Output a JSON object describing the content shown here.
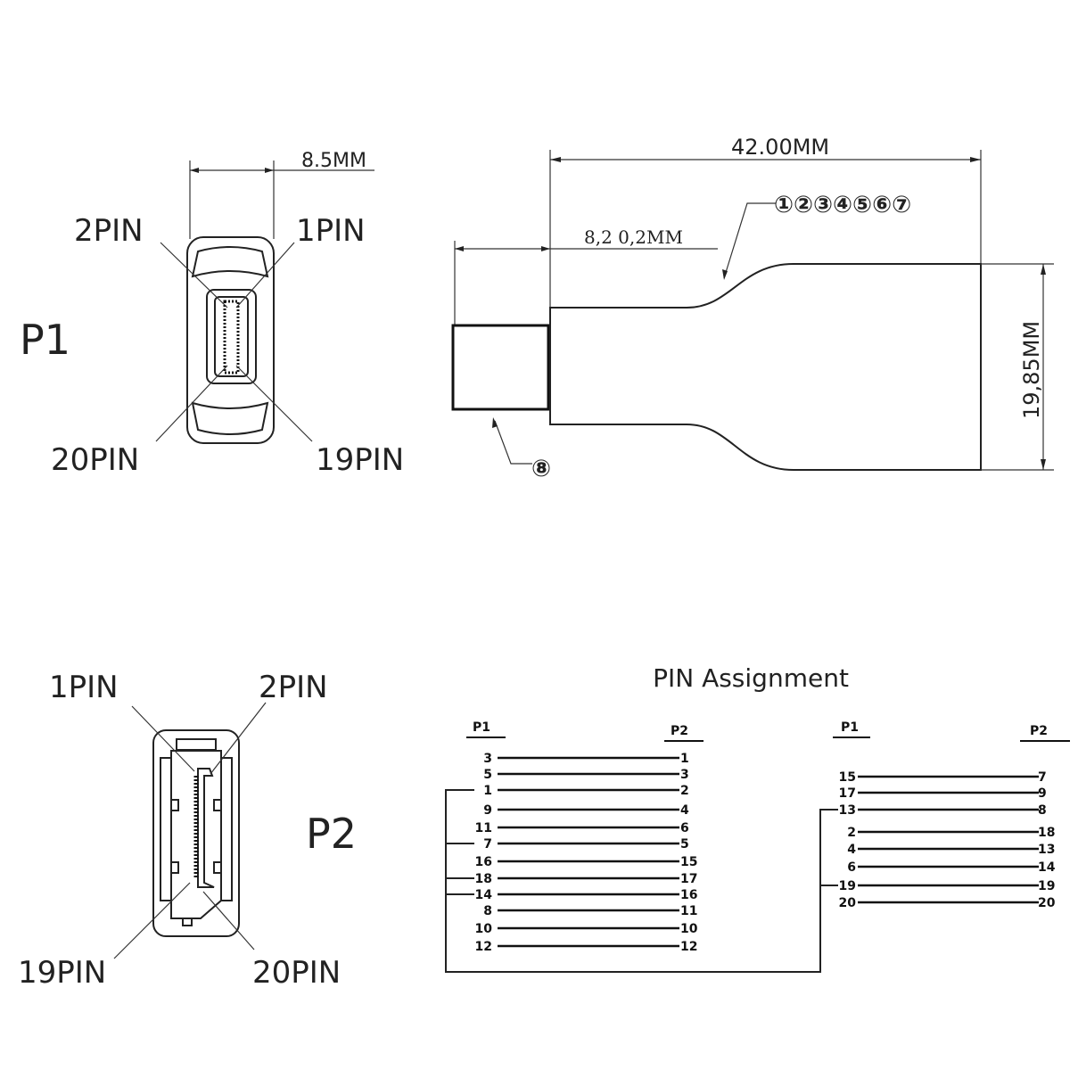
{
  "p1_front": {
    "title": "P1",
    "width_dim": "8.5MM",
    "labels": {
      "pin2": "2PIN",
      "pin1": "1PIN",
      "pin20": "20PIN",
      "pin19": "19PIN"
    }
  },
  "side_view": {
    "length_dim": "42.00MM",
    "plug_dim": "8,2  0,2MM",
    "height_dim": "19,85MM",
    "callout_parts": "①②③④⑤⑥⑦",
    "callout_plug": "⑧"
  },
  "p2_front": {
    "title": "P2",
    "labels": {
      "pin1": "1PIN",
      "pin2": "2PIN",
      "pin19": "19PIN",
      "pin20": "20PIN"
    }
  },
  "pin_assignment": {
    "title": "PIN Assignment",
    "left_table": {
      "header_p1": "P1",
      "header_p2": "P2",
      "rows": [
        {
          "p1": "3",
          "p2": "1"
        },
        {
          "p1": "5",
          "p2": "3"
        },
        {
          "p1": "1",
          "p2": "2"
        },
        {
          "p1": "9",
          "p2": "4"
        },
        {
          "p1": "11",
          "p2": "6"
        },
        {
          "p1": "7",
          "p2": "5"
        },
        {
          "p1": "16",
          "p2": "15"
        },
        {
          "p1": "18",
          "p2": "17"
        },
        {
          "p1": "14",
          "p2": "16"
        },
        {
          "p1": "8",
          "p2": "11"
        },
        {
          "p1": "10",
          "p2": "10"
        },
        {
          "p1": "12",
          "p2": "12"
        }
      ]
    },
    "right_table": {
      "header_p1": "P1",
      "header_p2": "P2",
      "rows": [
        {
          "p1": "15",
          "p2": "7"
        },
        {
          "p1": "17",
          "p2": "9"
        },
        {
          "p1": "13",
          "p2": "8"
        },
        {
          "p1": "2",
          "p2": "18"
        },
        {
          "p1": "4",
          "p2": "13"
        },
        {
          "p1": "6",
          "p2": "14"
        },
        {
          "p1": "19",
          "p2": "19"
        },
        {
          "p1": "20",
          "p2": "20"
        }
      ]
    }
  }
}
